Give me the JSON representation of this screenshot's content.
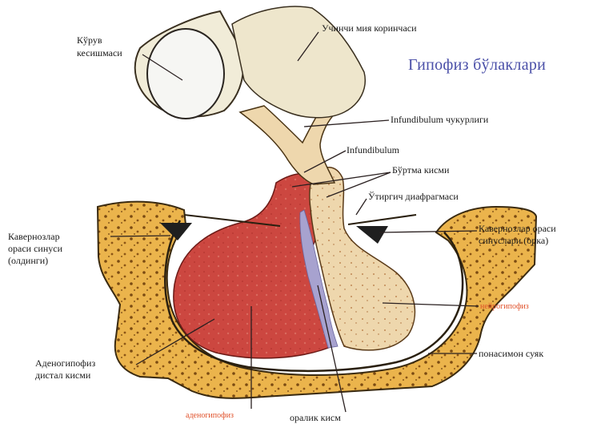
{
  "title": "Гипофиз бўлаклари",
  "labels": {
    "cross_section": [
      "Кўрув",
      "кесишмаси"
    ],
    "third_ventricle": "Учинчи мия коринчаси",
    "infundibulum_recess": "Infundibulum чукурлиги",
    "infundibulum": "Infundibulum",
    "tuberal_part": "Бўртма кисми",
    "diaphragm": "Ўтиргич диафрагмаси",
    "cavernous_left": [
      "Кавернозлар",
      "ораси синуси",
      "(олдинги)"
    ],
    "cavernous_right": [
      "Кавернозлар ораси",
      "синуслари (орка)"
    ],
    "neurohypophysis": "нейрогипофиз",
    "sphenoid_bone": "понасимон суяк",
    "adenohypophysis_distal": [
      "Аденогипофиз",
      "дистал кисми"
    ],
    "adenohypophysis": "аденогипофиз",
    "intermediate_part": "оралик кисм"
  },
  "colors": {
    "title": "#4a4fa8",
    "adeno": "#c9433c",
    "neuro": "#ecd3a6",
    "bone": "#e9b54d",
    "accent_label": "#e0512a"
  }
}
